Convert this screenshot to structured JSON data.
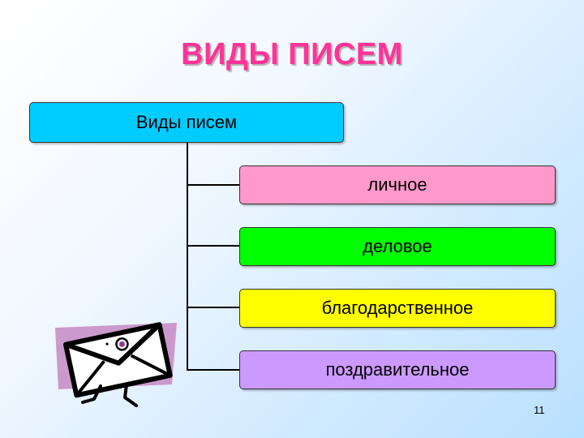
{
  "title": "ВИДЫ ПИСЕМ",
  "diagram": {
    "root": {
      "label": "Виды писем",
      "color": "#00ccff"
    },
    "children": [
      {
        "label": "личное",
        "color": "#ff99cc"
      },
      {
        "label": "деловое",
        "color": "#00ff00"
      },
      {
        "label": "благодарственное",
        "color": "#ffff00"
      },
      {
        "label": "поздравительное",
        "color": "#cc99ff"
      }
    ]
  },
  "clipart": {
    "icon": "walking-envelope-icon",
    "background_color": "#cc99cc"
  },
  "page_number": "11"
}
